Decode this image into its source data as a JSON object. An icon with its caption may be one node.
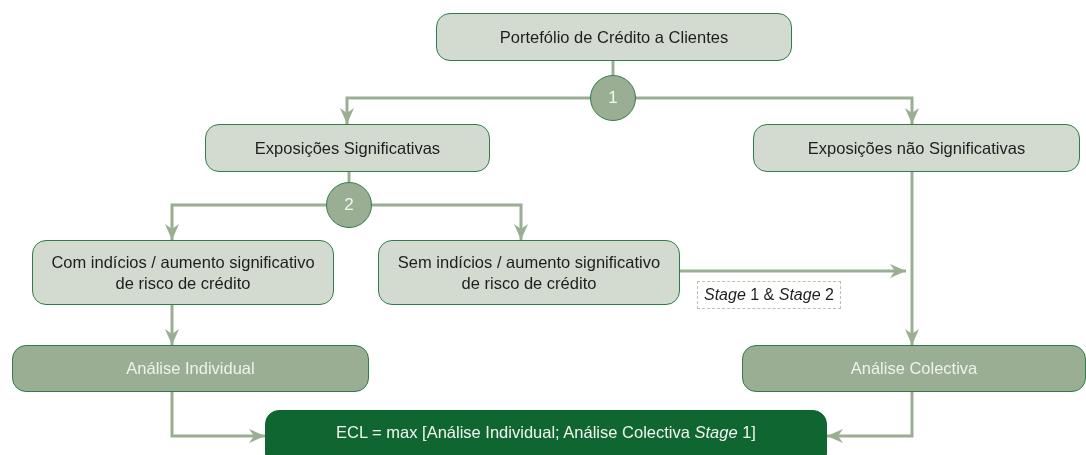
{
  "diagram": {
    "nodes": [
      {
        "text": [
          "Portefólio de Crédito a Clientes"
        ]
      },
      {
        "text": [
          "1"
        ]
      },
      {
        "text": [
          "Exposições Significativas"
        ]
      },
      {
        "text": [
          "Exposições não Significativas"
        ]
      },
      {
        "text": [
          "2"
        ]
      },
      {
        "text": [
          "Com indícios / aumento significativo de risco de crédito"
        ]
      },
      {
        "text": [
          "Sem indícios / aumento significativo de risco de crédito"
        ]
      },
      {
        "text": [
          "Análise Individual"
        ]
      },
      {
        "text": [
          "Análise Colectiva"
        ]
      },
      {
        "text": [
          "ECL = max [Análise Individual; Análise Colectiva *Stage* 1]"
        ]
      }
    ],
    "edges": [
      {
        "from": 0,
        "to": 1,
        "arrow": "none"
      },
      {
        "from": 1,
        "to": 2,
        "arrow": "to"
      },
      {
        "from": 1,
        "to": 3,
        "arrow": "to"
      },
      {
        "from": 2,
        "to": 4,
        "arrow": "none"
      },
      {
        "from": 4,
        "to": 5,
        "arrow": "to"
      },
      {
        "from": 4,
        "to": 6,
        "arrow": "to"
      },
      {
        "from": 5,
        "to": 7,
        "arrow": "to"
      },
      {
        "from": 3,
        "to": 8,
        "arrow": "to"
      },
      {
        "from": 6,
        "to": null,
        "arrow": "to",
        "label": "*Stage* 1 & *Stage* 2"
      },
      {
        "from": 7,
        "to": 9,
        "arrow": "to"
      },
      {
        "from": 8,
        "to": 9,
        "arrow": "to"
      }
    ]
  }
}
